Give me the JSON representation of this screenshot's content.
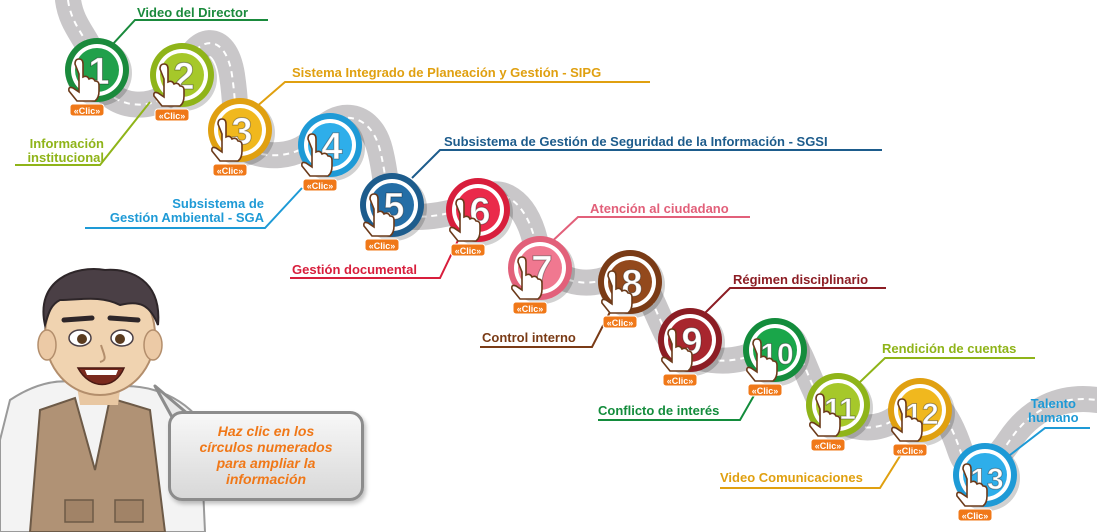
{
  "steps": [
    {
      "num": "1",
      "label": "Video del Director",
      "ring": "#1a8a3c",
      "inner": "#21a04b",
      "lc": "#1a8a3c"
    },
    {
      "num": "2",
      "label": "Información institucional",
      "ring": "#8fb419",
      "inner": "#a6c82a",
      "lc": "#8fb419"
    },
    {
      "num": "3",
      "label": "Sistema Integrado de Planeación y Gestión - SIPG",
      "ring": "#e0a010",
      "inner": "#f0b81e",
      "lc": "#e0a010"
    },
    {
      "num": "4",
      "label": "Subsistema de Gestión Ambiental - SGA",
      "ring": "#1e9ad6",
      "inner": "#2eaeea",
      "lc": "#1e9ad6"
    },
    {
      "num": "5",
      "label": "Subsistema de Gestión de Seguridad de la Información - SGSI",
      "ring": "#1d5c8c",
      "inner": "#246ea6",
      "lc": "#1d5c8c"
    },
    {
      "num": "6",
      "label": "Gestión documental",
      "ring": "#d81e3c",
      "inner": "#ea2a4a",
      "lc": "#d81e3c"
    },
    {
      "num": "7",
      "label": "Atención al ciudadano",
      "ring": "#e2607a",
      "inner": "#f07890",
      "lc": "#e2607a"
    },
    {
      "num": "8",
      "label": "Control interno",
      "ring": "#7a3b16",
      "inner": "#93491c",
      "lc": "#7a3b16"
    },
    {
      "num": "9",
      "label": "Régimen disciplinario",
      "ring": "#8c1d24",
      "inner": "#a8262e",
      "lc": "#8c1d24"
    },
    {
      "num": "10",
      "label": "Conflicto de interés",
      "ring": "#138c3c",
      "inner": "#1aa64a",
      "lc": "#138c3c"
    },
    {
      "num": "11",
      "label": "Rendición de cuentas",
      "ring": "#8fb419",
      "inner": "#a6c82a",
      "lc": "#8fb419"
    },
    {
      "num": "12",
      "label": "Video Comunicaciones",
      "ring": "#e0a010",
      "inner": "#f0b81e",
      "lc": "#e0a010"
    },
    {
      "num": "13",
      "label": "Talento humano",
      "ring": "#1e9ad6",
      "inner": "#2eaeea",
      "lc": "#1e9ad6"
    }
  ],
  "labels": {
    "l1": "Video del Director",
    "l2a": "Información",
    "l2b": "institucional",
    "l3": "Sistema Integrado de Planeación y Gestión - SIPG",
    "l4a": "Subsistema de",
    "l4b": "Gestión Ambiental - SGA",
    "l5": "Subsistema de Gestión de Seguridad de la Información - SGSI",
    "l6": "Gestión documental",
    "l7": "Atención al ciudadano",
    "l8": "Control interno",
    "l9": "Régimen disciplinario",
    "l10": "Conflicto de interés",
    "l11": "Rendición de cuentas",
    "l12": "Video Comunicaciones",
    "l13a": "Talento",
    "l13b": "humano"
  },
  "clic_label": "Clic",
  "bubble": {
    "line1": "Haz clic en los",
    "line2": "círculos numerados",
    "line3": "para ampliar la",
    "line4": "información"
  },
  "colors": {
    "road": "#c9c7c9",
    "road_dash": "#ffffff",
    "hand_badge": "#f07818",
    "bubble_text": "#f07818"
  }
}
